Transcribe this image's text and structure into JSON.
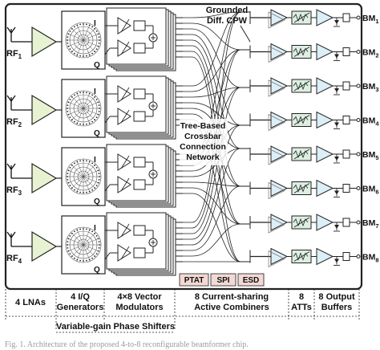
{
  "rf_inputs": [
    {
      "label": "RF",
      "sub": "1"
    },
    {
      "label": "RF",
      "sub": "2"
    },
    {
      "label": "RF",
      "sub": "3"
    },
    {
      "label": "RF",
      "sub": "4"
    }
  ],
  "bm_outputs": [
    {
      "label": "BM",
      "sub": "1"
    },
    {
      "label": "BM",
      "sub": "2"
    },
    {
      "label": "BM",
      "sub": "3"
    },
    {
      "label": "BM",
      "sub": "4"
    },
    {
      "label": "BM",
      "sub": "5"
    },
    {
      "label": "BM",
      "sub": "6"
    },
    {
      "label": "BM",
      "sub": "7"
    },
    {
      "label": "BM",
      "sub": "8"
    }
  ],
  "iq_labels": {
    "i": "I",
    "q": "Q"
  },
  "network_annotations": {
    "cpw_line1": "Grounded",
    "cpw_line2": "Diff. CPW",
    "crossbar_line1": "Tree-Based",
    "crossbar_line2": "Crossbar",
    "crossbar_line3": "Connection",
    "crossbar_line4": "Network"
  },
  "control_blocks": [
    "PTAT",
    "SPI",
    "ESD"
  ],
  "control_block_color": "#f3d9d4",
  "pa_fill": "#dcefe2",
  "lna_fill": "#e7f2d2",
  "amp_fill": "#dceef7",
  "bottom_labels": {
    "lnas": "4 LNAs",
    "iq_line1": "4 I/Q",
    "iq_line2": "Generators",
    "vm_line1": "4×8 Vector",
    "vm_line2": "Modulators",
    "comb_line1": "8 Current-sharing",
    "comb_line2": "Active Combiners",
    "att_line1": "8",
    "att_line2": "ATTs",
    "buf_line1": "8 Output",
    "buf_line2": "Buffers",
    "phase_shifters": "Variable-gain Phase Shifters"
  },
  "caption": "Fig. 1. Architecture of the proposed 4-to-8 reconfigurable beamformer chip."
}
